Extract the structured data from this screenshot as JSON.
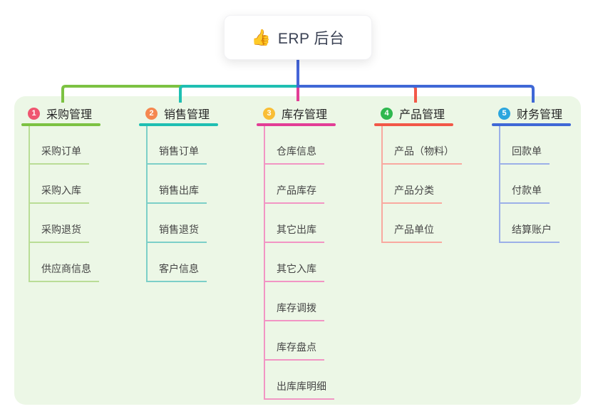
{
  "root": {
    "icon": "👍",
    "title": "ERP 后台"
  },
  "connector_color": "#4565d8",
  "panel_bg": "#ecf7e6",
  "branches": [
    {
      "badge": "1",
      "title": "采购管理",
      "badge_color": "#ef5670",
      "color": "#7cc242",
      "light_color": "#b9dd96",
      "children": [
        "采购订单",
        "采购入库",
        "采购退货",
        "供应商信息"
      ]
    },
    {
      "badge": "2",
      "title": "销售管理",
      "badge_color": "#f5874f",
      "color": "#1fbfb2",
      "light_color": "#7ccfc8",
      "children": [
        "销售订单",
        "销售出库",
        "销售退货",
        "客户信息"
      ]
    },
    {
      "badge": "3",
      "title": "库存管理",
      "badge_color": "#f9be36",
      "color": "#e23e96",
      "light_color": "#f295c4",
      "children": [
        "仓库信息",
        "产品库存",
        "其它出库",
        "其它入库",
        "库存调拨",
        "库存盘点",
        "出库库明细"
      ]
    },
    {
      "badge": "4",
      "title": "产品管理",
      "badge_color": "#2fb84f",
      "color": "#f25848",
      "light_color": "#f9a9a0",
      "children": [
        "产品（物料）",
        "产品分类",
        "产品单位"
      ]
    },
    {
      "badge": "5",
      "title": "财务管理",
      "badge_color": "#2ba6de",
      "color": "#3f68d6",
      "light_color": "#9cb0e8",
      "children": [
        "回款单",
        "付款单",
        "结算账户"
      ]
    }
  ]
}
